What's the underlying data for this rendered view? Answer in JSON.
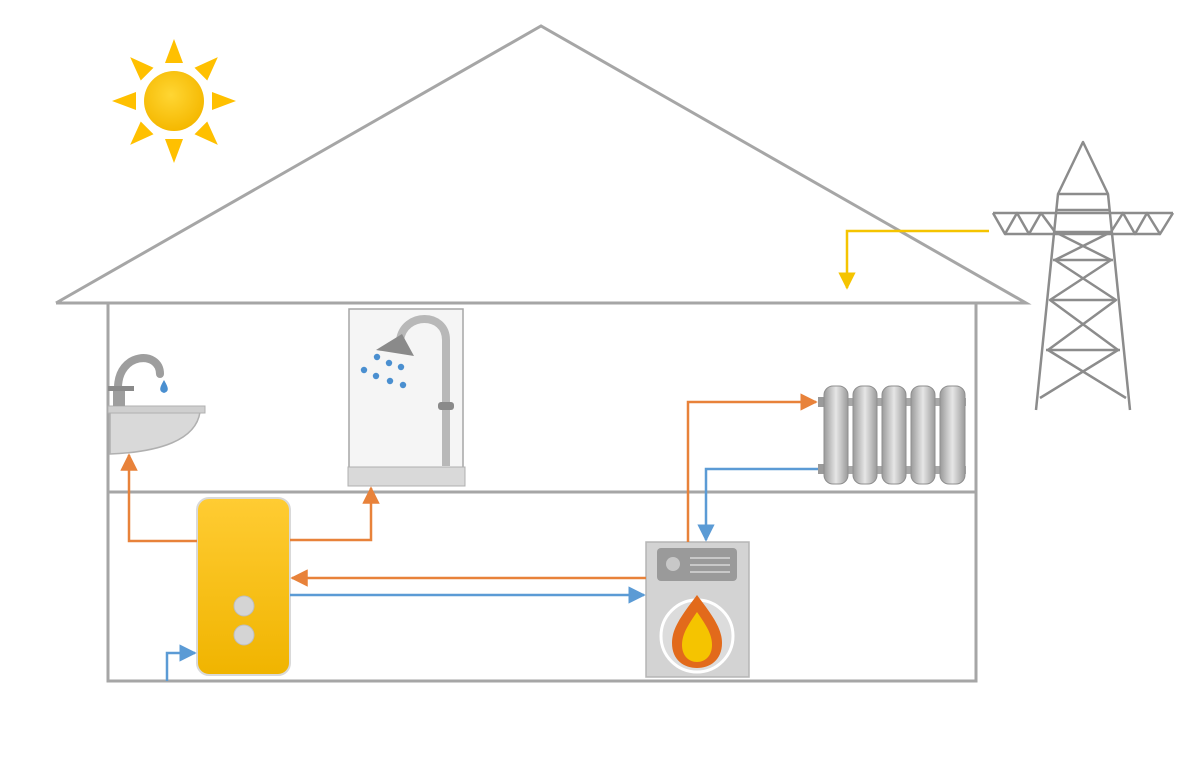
{
  "diagram": {
    "kind": "household hot-water and heating system",
    "components": [
      {
        "id": "sun",
        "icon": "sun-icon"
      },
      {
        "id": "power-pylon",
        "icon": "power-pylon-icon"
      },
      {
        "id": "sink",
        "icon": "sink-icon"
      },
      {
        "id": "shower",
        "icon": "shower-icon"
      },
      {
        "id": "hot-water-tank",
        "icon": "water-tank-icon"
      },
      {
        "id": "boiler",
        "icon": "flame-boiler-icon"
      },
      {
        "id": "radiator",
        "icon": "radiator-icon"
      }
    ],
    "connections": [
      {
        "from": "power-pylon",
        "to": "house",
        "kind": "electricity"
      },
      {
        "from": "hot-water-tank",
        "to": "sink",
        "kind": "hot"
      },
      {
        "from": "hot-water-tank",
        "to": "shower",
        "kind": "hot"
      },
      {
        "from": "boiler",
        "to": "hot-water-tank",
        "kind": "hot"
      },
      {
        "from": "hot-water-tank",
        "to": "boiler",
        "kind": "cold"
      },
      {
        "from": "boiler",
        "to": "radiator",
        "kind": "hot"
      },
      {
        "from": "radiator",
        "to": "boiler",
        "kind": "cold"
      },
      {
        "from": "mains",
        "to": "hot-water-tank",
        "kind": "cold"
      }
    ]
  },
  "colors": {
    "hot": "#e8823a",
    "cold": "#5b9bd5",
    "electric": "#f5c400",
    "outline": "#a6a6a6",
    "tank": "#ffc000",
    "sun": "#ffc000"
  }
}
